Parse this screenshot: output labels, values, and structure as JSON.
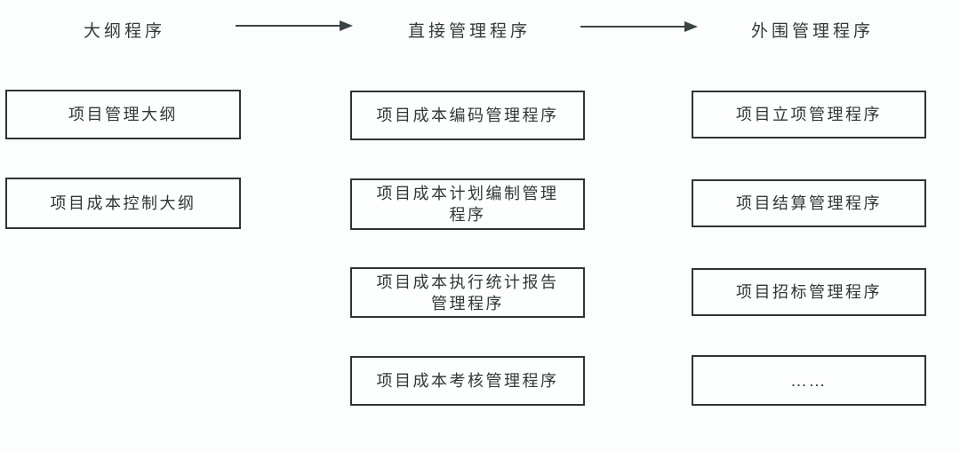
{
  "diagram": {
    "columns": [
      {
        "header": "大纲程序",
        "boxes": [
          "项目管理大纲",
          "项目成本控制大纲"
        ]
      },
      {
        "header": "直接管理程序",
        "boxes": [
          "项目成本编码管理程序",
          "项目成本计划编制管理程序",
          "项目成本执行统计报告管理程序",
          "项目成本考核管理程序"
        ]
      },
      {
        "header": "外围管理程序",
        "boxes": [
          "项目立项管理程序",
          "项目结算管理程序",
          "项目招标管理程序",
          "……"
        ]
      }
    ],
    "colors": {
      "background": "#fcfdfd",
      "box_border": "#2e3436",
      "text": "#2f3838",
      "arrow": "#3a4444"
    }
  }
}
